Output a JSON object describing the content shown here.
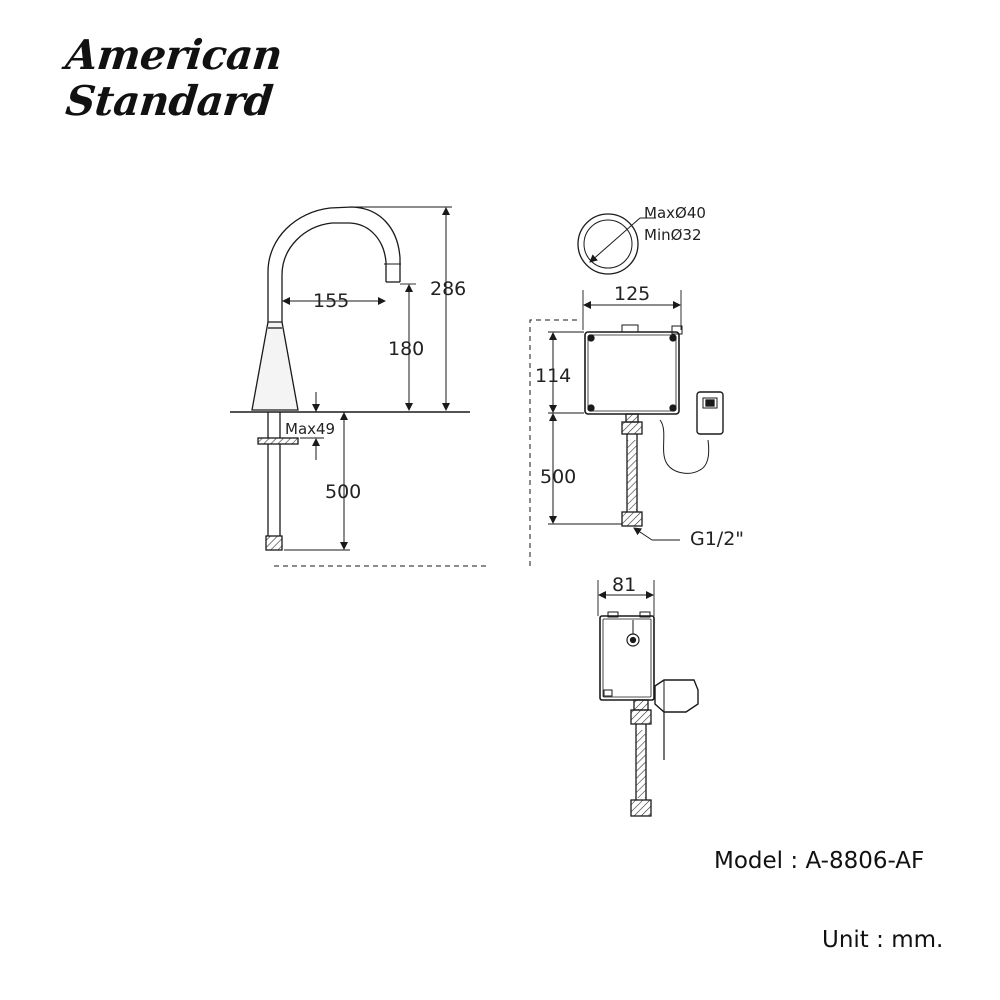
{
  "brand": {
    "line1": "American",
    "line2": "Standard"
  },
  "info": {
    "model_label": "Model : ",
    "model_value": "A-8806-AF",
    "unit_label": "Unit : ",
    "unit_value": "mm."
  },
  "dimensions": {
    "faucet_height": "286",
    "spout_height": "180",
    "spout_reach": "155",
    "deck_max": "Max49",
    "hose_length": "500",
    "hole_max": "MaxØ40",
    "hole_min": "MinØ32",
    "box_width": "125",
    "box_height": "114",
    "box_hose_length": "500",
    "thread": "G1/2\"",
    "side_width": "81"
  },
  "colors": {
    "line": "#1a1a1a",
    "background": "#ffffff"
  }
}
